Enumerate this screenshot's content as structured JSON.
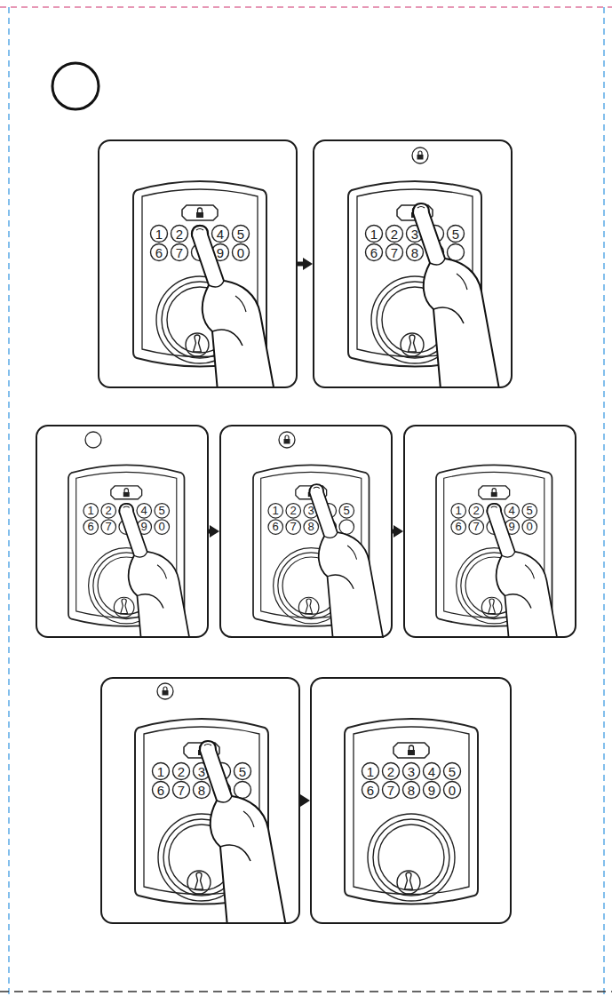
{
  "diagram": {
    "nodes": [
      {
        "text": [
          "1",
          "2",
          "4",
          "5",
          "6",
          "7",
          "9",
          "0"
        ]
      },
      {
        "text": [
          "1",
          "2",
          "3",
          "5",
          "6",
          "7",
          "8"
        ]
      },
      {
        "text": [
          "1",
          "2",
          "4",
          "5",
          "6",
          "7",
          "9",
          "0"
        ]
      },
      {
        "text": [
          "1",
          "2",
          "3",
          "5",
          "6",
          "7",
          "8"
        ]
      },
      {
        "text": [
          "1",
          "2",
          "4",
          "5",
          "6",
          "7",
          "9",
          "0"
        ]
      },
      {
        "text": [
          "1",
          "2",
          "3",
          "5",
          "6",
          "7",
          "8"
        ]
      },
      {
        "text": [
          "1",
          "2",
          "3",
          "4",
          "5",
          "6",
          "7",
          "8",
          "9",
          "0"
        ]
      }
    ],
    "edges": [
      {
        "from": 0,
        "to": 1,
        "arrow": "to"
      },
      {
        "from": 2,
        "to": 3,
        "arrow": "to"
      },
      {
        "from": 3,
        "to": 4,
        "arrow": "to"
      },
      {
        "from": 5,
        "to": 6,
        "arrow": "to"
      }
    ]
  }
}
